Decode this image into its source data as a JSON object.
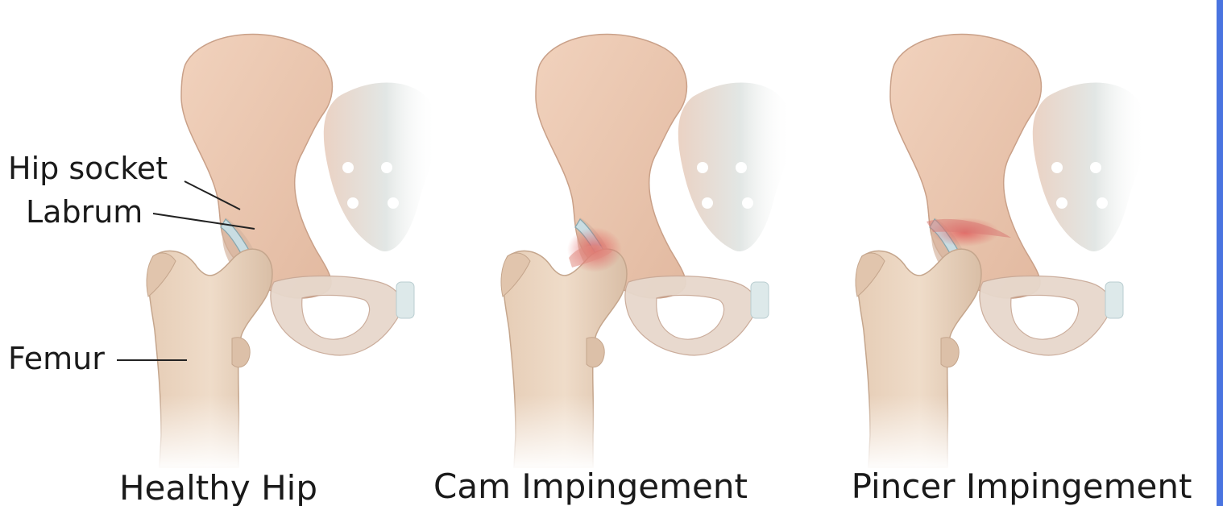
{
  "annotations": {
    "hip_socket": "Hip socket",
    "labrum": "Labrum",
    "femur": "Femur"
  },
  "panels": [
    {
      "caption": "Healthy Hip"
    },
    {
      "caption": "Cam Impingement"
    },
    {
      "caption": "Pincer Impingement"
    }
  ],
  "colors": {
    "bone": "#ecc8b0",
    "bone_dark": "#d9ad92",
    "femur": "#e7cfb8",
    "cartilage": "#c9dde2",
    "inflammation": "#e46f6f",
    "frame_edge": "#4a74e0"
  }
}
